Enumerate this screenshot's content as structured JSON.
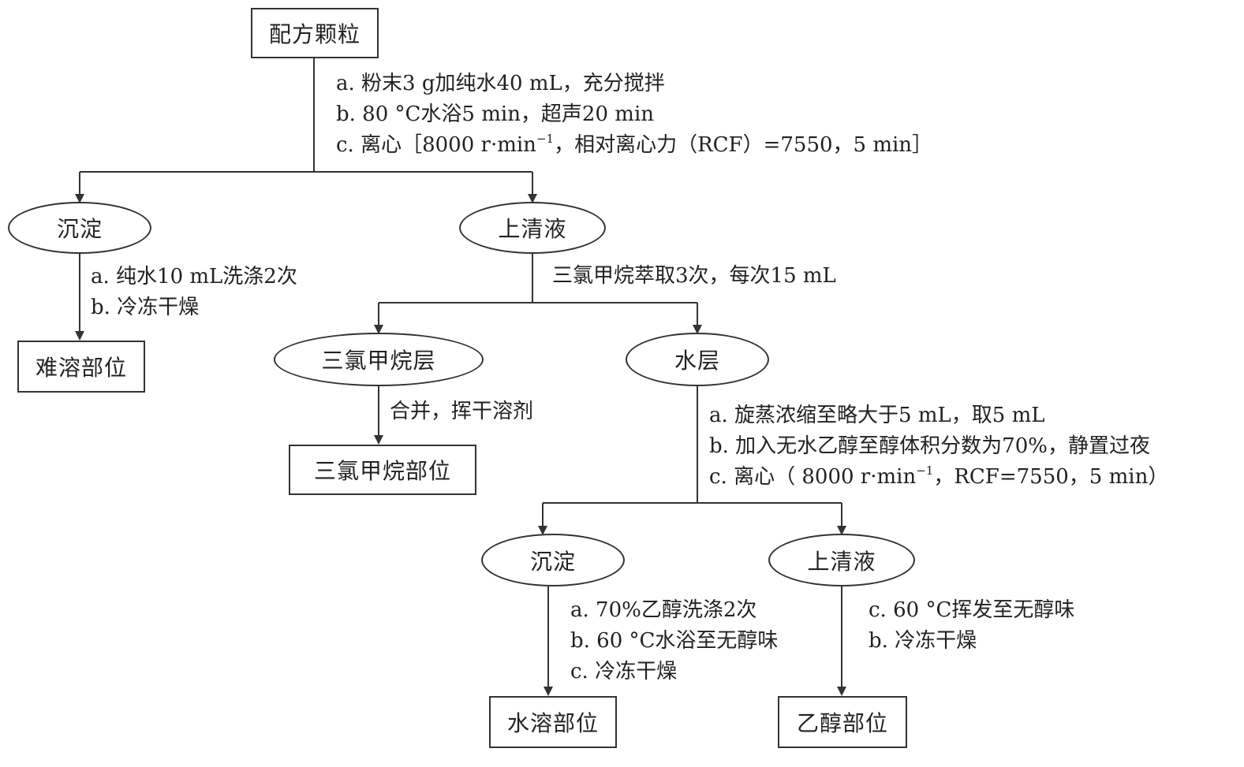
{
  "nodes": {
    "root": "配方颗粒",
    "precipitate_1": "沉淀",
    "supernatant_1": "上清液",
    "insoluble": "难溶部位",
    "chloroform_layer": "三氯甲烷层",
    "water_layer": "水层",
    "chloroform_fraction": "三氯甲烷部位",
    "precipitate_2": "沉淀",
    "supernatant_2": "上清液",
    "water_fraction": "水溶部位",
    "ethanol_fraction": "乙醇部位"
  },
  "steps": {
    "extraction": {
      "a": "a. 粉末3 g加纯水40 mL，充分搅拌",
      "b": "b. 80 °C水浴5 min，超声20 min",
      "c_pre": "c. 离心［8000 r·min",
      "c_exp": "−1",
      "c_post": "，相对离心力（RCF）=7550，5 min］"
    },
    "wash_precipitate": {
      "a": "a. 纯水10 mL洗涤2次",
      "b": "b. 冷冻干燥"
    },
    "partition": "三氯甲烷萃取3次，每次15 mL",
    "merge": "合并，挥干溶剂",
    "alcohol_precipitation": {
      "a": "a. 旋蒸浓缩至略大于5 mL，取5 mL",
      "b": "b. 加入无水乙醇至醇体积分数为70%，静置过夜",
      "c_pre": "c. 离心（ 8000 r·min",
      "c_exp": "−1",
      "c_post": "，RCF=7550，5 min）"
    },
    "wash_ethanol_precipitate": {
      "a": "a. 70%乙醇洗涤2次",
      "b": "b. 60 °C水浴至无醇味",
      "c": "c. 冷冻干燥"
    },
    "evaporate_supernatant": {
      "c": "c. 60 °C挥发至无醇味",
      "b": "b. 冷冻干燥"
    }
  }
}
